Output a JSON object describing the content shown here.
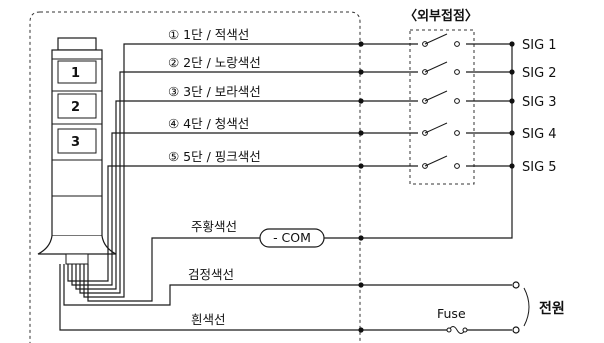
{
  "contact_box_title": "〈외부접점〉",
  "lamp_tiers": [
    "1",
    "2",
    "3"
  ],
  "signal_lines": [
    {
      "label": "① 1단 / 적색선",
      "sig": "SIG 1"
    },
    {
      "label": "② 2단 / 노랑색선",
      "sig": "SIG 2"
    },
    {
      "label": "③ 3단 / 보라색선",
      "sig": "SIG 3"
    },
    {
      "label": "④ 4단 / 청색선",
      "sig": "SIG 4"
    },
    {
      "label": "⑤ 5단 / 핑크색선",
      "sig": "SIG 5"
    }
  ],
  "com_wire_label": "주황색선",
  "com_label": "- COM",
  "black_wire_label": "검정색선",
  "white_wire_label": "흰색선",
  "fuse_label": "Fuse",
  "power_label": "전원"
}
